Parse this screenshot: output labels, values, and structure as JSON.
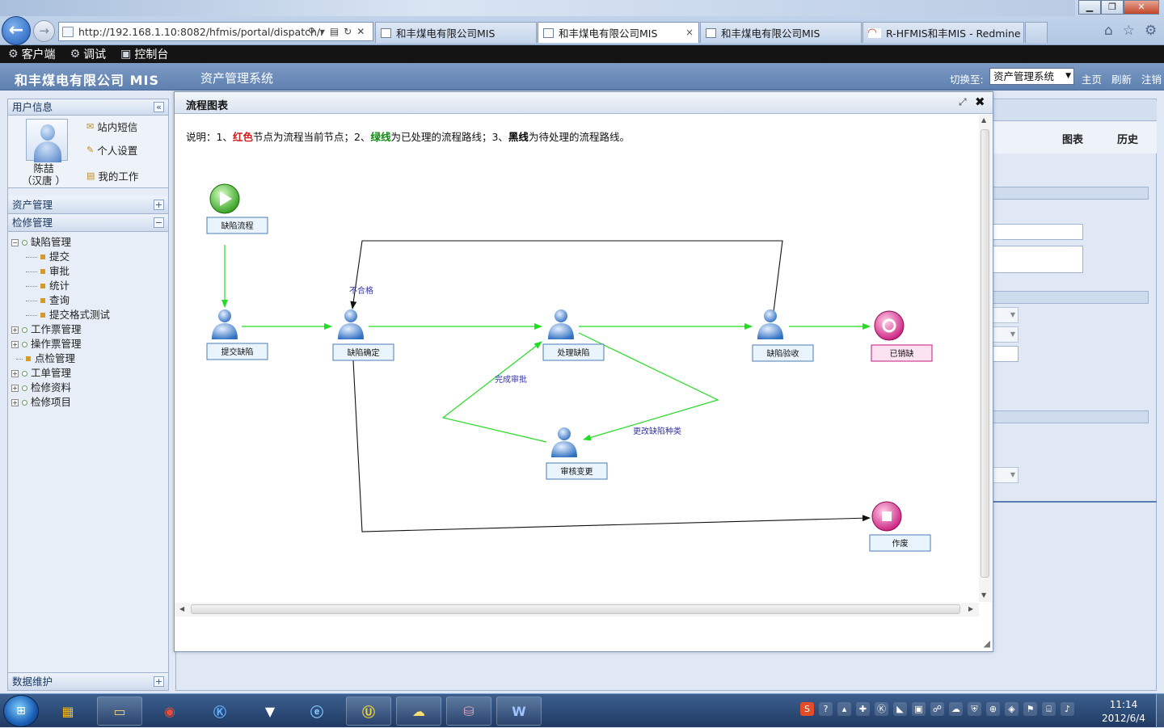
{
  "browser": {
    "url": "http://192.168.1.10:8082/hfmis/portal/dispatch/r",
    "tabs": [
      {
        "title": "和丰煤电有限公司MIS",
        "active": false
      },
      {
        "title": "和丰煤电有限公司MIS",
        "active": true
      },
      {
        "title": "和丰煤电有限公司MIS",
        "active": false
      },
      {
        "title": "R-HFMIS和丰MIS - Redmine",
        "active": false
      }
    ],
    "close_glyph": "×"
  },
  "toolbar": {
    "client": "客户端",
    "debug": "调试",
    "console": "控制台"
  },
  "header": {
    "company": "和丰煤电有限公司 MIS",
    "system": "资产管理系统",
    "switch_label": "切换至:",
    "switch_value": "资产管理系统",
    "links": {
      "home": "主页",
      "refresh": "刷新",
      "logout": "注销"
    }
  },
  "sidebar": {
    "user_panel_title": "用户信息",
    "user_name": "陈喆",
    "user_dept": "（汉唐 ）",
    "user_links": {
      "messages": "站内短信",
      "settings": "个人设置",
      "my_work": "我的工作"
    },
    "sections": {
      "asset": "资产管理",
      "maintenance": "检修管理",
      "data": "数据维护"
    },
    "tree": {
      "defect": "缺陷管理",
      "defect_children": [
        "提交",
        "审批",
        "统计",
        "查询",
        "提交格式测试"
      ],
      "work_ticket": "工作票管理",
      "op_ticket": "操作票管理",
      "inspection": "点检管理",
      "work_order": "工单管理",
      "maint_docs": "检修资料",
      "maint_items": "检修项目"
    }
  },
  "content": {
    "tab_chart": "图表",
    "tab_history": "历史"
  },
  "dialog": {
    "title": "流程图表",
    "legend": {
      "p1": "说明：1、",
      "red": "红色",
      "p2": "节点为流程当前节点；2、",
      "green": "绿线",
      "p3": "为已处理的流程路线；3、",
      "black": "黑线",
      "p4": "为待处理的流程路线。"
    },
    "nodes": {
      "start": "缺陷流程",
      "submit": "提交缺陷",
      "confirm": "缺陷确定",
      "handle": "处理缺陷",
      "review": "审核变更",
      "accept": "缺陷验收",
      "closed": "已销缺",
      "void": "作废"
    },
    "edges": {
      "reject": "不合格",
      "approve": "完成审批",
      "change_type": "更改缺陷种类"
    },
    "colors": {
      "done": "#22dd22",
      "pending": "#111111",
      "current": "#d21a1a"
    }
  },
  "taskbar": {
    "clock_time": "11:14",
    "clock_date": "2012/6/4",
    "apps": [
      "windows-explorer",
      "file-manager",
      "chrome",
      "k-app",
      "fox-app",
      "ie",
      "ue",
      "chat",
      "db",
      "word"
    ]
  }
}
